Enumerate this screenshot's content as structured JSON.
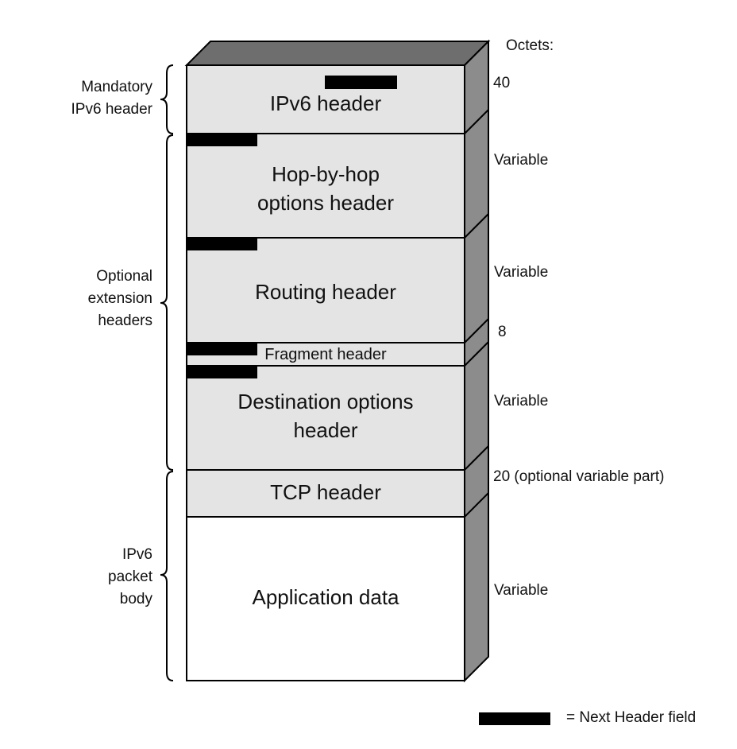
{
  "diagram": {
    "octets_heading": "Octets:",
    "blocks": [
      {
        "id": "ipv6",
        "label_lines": [
          "IPv6 header"
        ],
        "octets": "40",
        "fill": "#e4e4e4"
      },
      {
        "id": "hop",
        "label_lines": [
          "Hop-by-hop",
          "options header"
        ],
        "octets": "Variable",
        "fill": "#e4e4e4"
      },
      {
        "id": "routing",
        "label_lines": [
          "Routing header"
        ],
        "octets": "Variable",
        "fill": "#e4e4e4"
      },
      {
        "id": "fragment",
        "label_lines": [
          "Fragment header"
        ],
        "octets": "8",
        "fill": "#e4e4e4"
      },
      {
        "id": "dest",
        "label_lines": [
          "Destination options",
          "header"
        ],
        "octets": "Variable",
        "fill": "#e4e4e4"
      },
      {
        "id": "tcp",
        "label_lines": [
          "TCP header"
        ],
        "octets": "20 (optional variable part)",
        "fill": "#e4e4e4"
      },
      {
        "id": "app",
        "label_lines": [
          "Application data"
        ],
        "octets": "Variable",
        "fill": "#ffffff"
      }
    ],
    "groups": [
      {
        "id": "mandatory",
        "label_lines": [
          "Mandatory",
          "IPv6 header"
        ]
      },
      {
        "id": "optional",
        "label_lines": [
          "Optional",
          "extension",
          "headers"
        ]
      },
      {
        "id": "body",
        "label_lines": [
          "IPv6",
          "packet",
          "body"
        ]
      }
    ],
    "legend_text": "= Next Header field",
    "colors": {
      "top_face": "#6e6e6e",
      "side_face": "#8c8c8c",
      "next_header_field": "#000000",
      "outline": "#000000"
    }
  }
}
